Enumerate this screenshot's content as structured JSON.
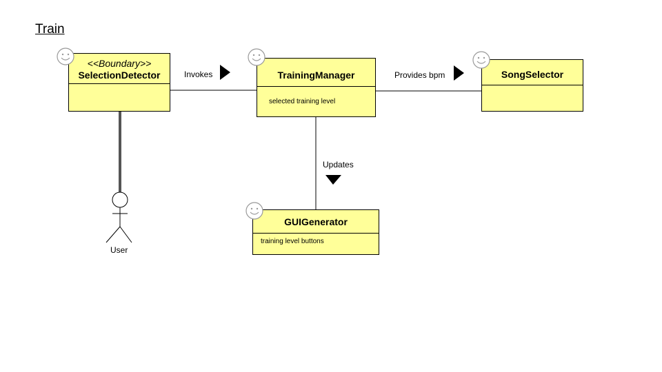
{
  "diagram": {
    "title": "Train",
    "colors": {
      "class_fill": "#ffff99",
      "stroke": "#000000",
      "actor_link": "#555555"
    },
    "classes": {
      "selection_detector": {
        "stereotype": "<<Boundary>>",
        "name": "SelectionDetector",
        "attributes": "",
        "icon": "smiley-icon"
      },
      "training_manager": {
        "name": "TrainingManager",
        "attributes": "selected training level",
        "icon": "smiley-icon"
      },
      "song_selector": {
        "name": "SongSelector",
        "attributes": "",
        "icon": "smiley-icon"
      },
      "gui_generator": {
        "name": "GUIGenerator",
        "attributes": "training level buttons",
        "icon": "smiley-icon"
      }
    },
    "associations": {
      "invokes": "Invokes",
      "provides_bpm": "Provides bpm",
      "updates": "Updates"
    },
    "actor": {
      "name": "User",
      "icon": "stick-figure-icon"
    }
  }
}
